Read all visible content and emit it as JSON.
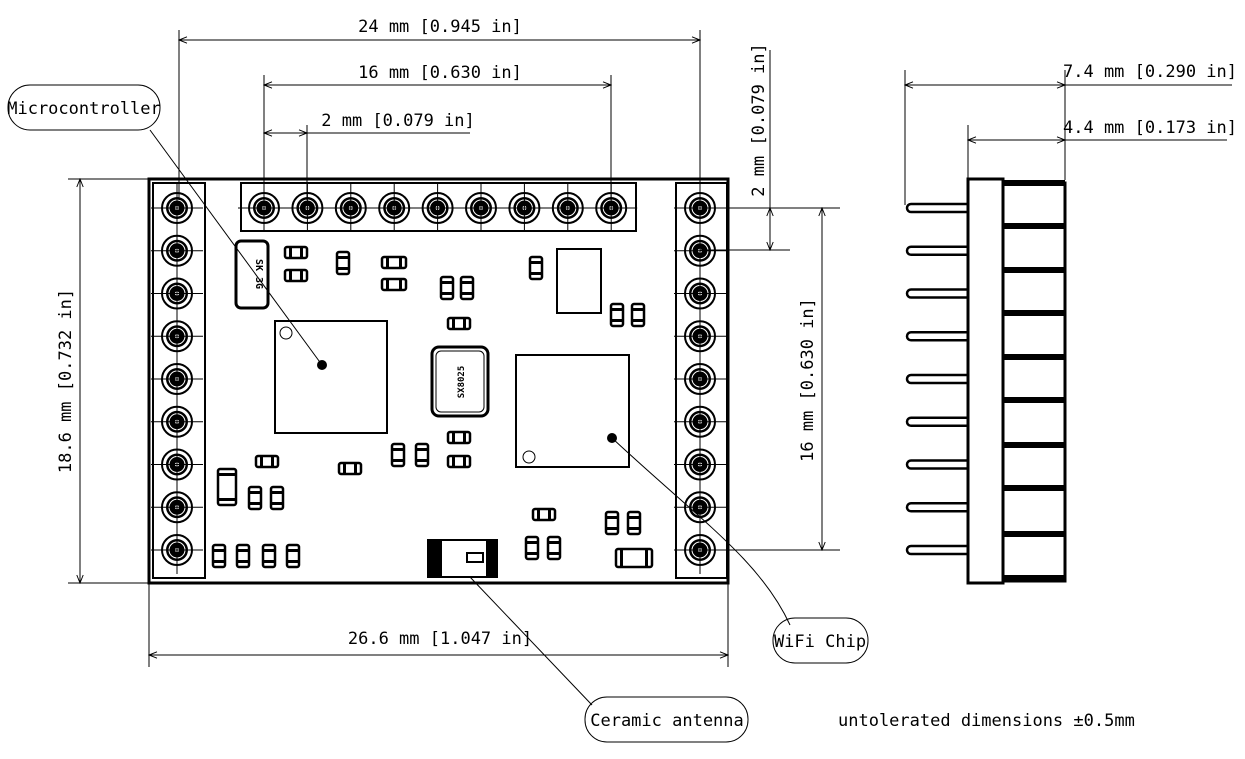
{
  "dimensions": {
    "top_width": "24 mm [0.945 in]",
    "header_span": "16 mm [0.630 in]",
    "pitch": "2 mm [0.079 in]",
    "right_pitch": "2 mm [0.079 in]",
    "right_span": "16 mm [0.630 in]",
    "height": "18.6 mm [0.732 in]",
    "bottom_width": "26.6 mm [1.047 in]",
    "side_total": "7.4 mm [0.290 in]",
    "side_body": "4.4 mm [0.173 in]"
  },
  "callouts": {
    "microcontroller": "Microcontroller",
    "wifi_chip": "WiFi Chip",
    "antenna": "Ceramic antenna"
  },
  "component_marks": {
    "crystal": "SX8025",
    "regulator": "SK 3G"
  },
  "note": "untolerated dimensions ±0.5mm"
}
